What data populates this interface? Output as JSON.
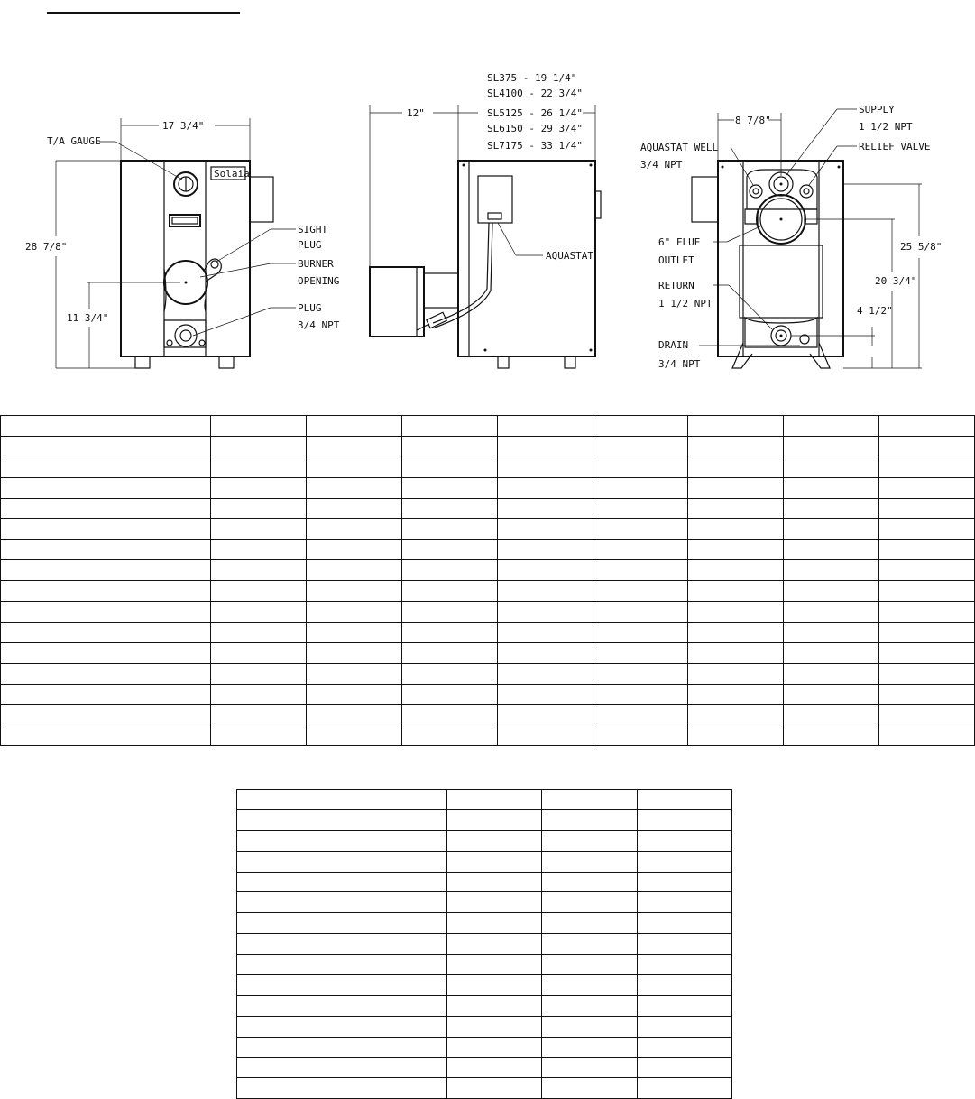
{
  "diagram": {
    "front_view": {
      "width_dim": "17 3/4\"",
      "height_dim": "28 7/8\"",
      "burner_height_dim": "11 3/4\"",
      "gauge_label": "T/A GAUGE",
      "brand_plate": "Solaia",
      "sight_plug": [
        "SIGHT",
        "PLUG"
      ],
      "burner_opening": [
        "BURNER",
        "OPENING"
      ],
      "plug": [
        "PLUG",
        "3/4 NPT"
      ]
    },
    "side_view": {
      "burner_depth_dim": "12\"",
      "models": [
        "SL375  - 19 1/4\"",
        "SL4100 - 22 3/4\"",
        "SL5125 - 26 1/4\"",
        "SL6150 - 29 3/4\"",
        "SL7175 - 33 1/4\""
      ],
      "aquastat": "AQUASTAT"
    },
    "rear_view": {
      "offset_dim": "8 7/8\"",
      "supply": [
        "SUPPLY",
        "1 1/2 NPT"
      ],
      "relief_valve": "RELIEF VALVE",
      "aquastat_well": [
        "AQUASTAT WELL",
        "3/4 NPT"
      ],
      "flue_outlet": [
        "6\" FLUE",
        "OUTLET"
      ],
      "return": [
        "RETURN",
        "1 1/2 NPT"
      ],
      "drain": [
        "DRAIN",
        "3/4 NPT"
      ],
      "dim_supply": "25 5/8\"",
      "dim_flue": "20 3/4\"",
      "dim_return": "4 1/2\""
    }
  },
  "table1": {
    "rows": 16,
    "cols": 9
  },
  "table2": {
    "rows": 15,
    "cols": 4
  }
}
